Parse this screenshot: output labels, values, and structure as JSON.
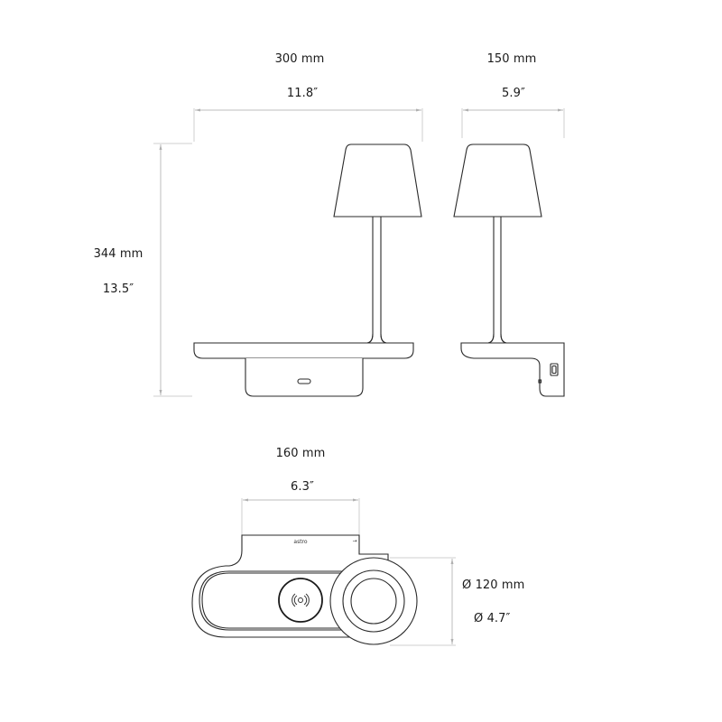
{
  "drawing": {
    "front_view": {
      "width_mm": "300 mm",
      "width_in": "11.8″",
      "height_mm": "344 mm",
      "height_in": "13.5″"
    },
    "side_view": {
      "depth_mm": "150 mm",
      "depth_in": "5.9″"
    },
    "top_view": {
      "width_mm": "160 mm",
      "width_in": "6.3″",
      "diameter_mm": "Ø 120 mm",
      "diameter_in": "Ø 4.7″",
      "brand_mark": "astro",
      "arrow_glyph": "→"
    }
  },
  "colors": {
    "outline": "#2a2a2a",
    "dimension_line": "#bdbdbd",
    "background": "#ffffff"
  }
}
